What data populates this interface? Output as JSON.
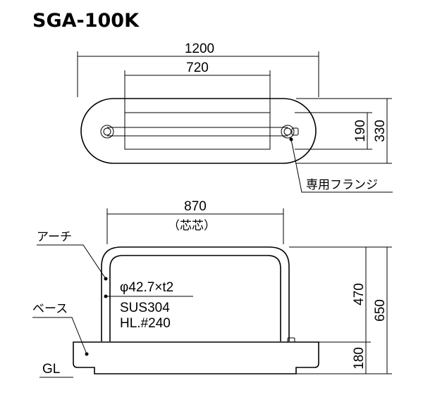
{
  "title": "SGA-100K",
  "plan_view": {
    "overall_width": "1200",
    "inner_width": "720",
    "rail_depth": "190",
    "overall_depth": "330",
    "flange_label": "専用フランジ"
  },
  "elevation_view": {
    "center_width": "870",
    "center_note": "（芯芯）",
    "arch_label": "アーチ",
    "base_label": "ベース",
    "ground_label": "GL",
    "pipe_spec": "φ42.7×t2",
    "material": "SUS304",
    "finish": "HL.#240",
    "arch_height": "470",
    "base_height": "180",
    "total_height": "650"
  },
  "colors": {
    "line": "#000000",
    "background": "#ffffff"
  }
}
